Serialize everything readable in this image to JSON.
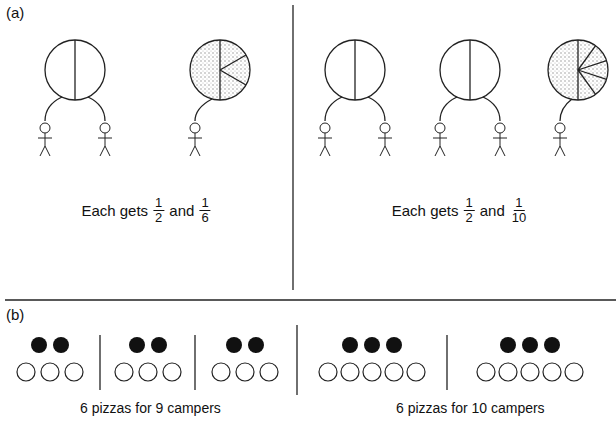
{
  "diagram": {
    "labels": [
      "(a)",
      "Each gets",
      "1",
      "2",
      "and",
      "1",
      "6",
      "Each gets",
      "1",
      "2",
      "and",
      "1",
      "10",
      "(b)",
      "6 pizzas for 9 campers",
      "6 pizzas for 10 campers"
    ]
  }
}
